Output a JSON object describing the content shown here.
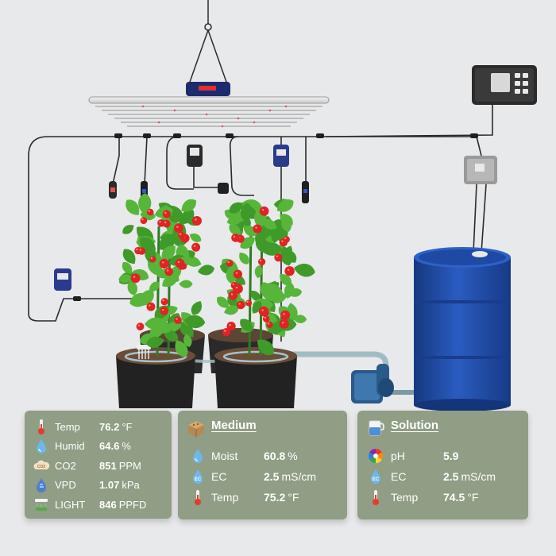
{
  "env_panel": {
    "rows": [
      {
        "icon": "thermometer-icon",
        "label": "Temp",
        "value": "76.2",
        "unit": "°F"
      },
      {
        "icon": "humidity-drop-icon",
        "label": "Humid",
        "value": "64.6",
        "unit": "%"
      },
      {
        "icon": "co2-cloud-icon",
        "label": "CO2",
        "value": "851",
        "unit": "PPM"
      },
      {
        "icon": "vpd-drop-icon",
        "label": "VPD",
        "value": "1.07",
        "unit": "kPa"
      },
      {
        "icon": "grow-light-icon",
        "label": "LIGHT",
        "value": "846",
        "unit": "PPFD"
      }
    ]
  },
  "medium_panel": {
    "title": "Medium",
    "icon": "soil-box-icon",
    "rows": [
      {
        "icon": "moisture-drop-icon",
        "label": "Moist",
        "value": "60.8",
        "unit": "%"
      },
      {
        "icon": "ec-drop-icon",
        "label": "EC",
        "value": "2.5",
        "unit": "mS/cm"
      },
      {
        "icon": "thermometer-icon",
        "label": "Temp",
        "value": "75.2",
        "unit": "°F"
      }
    ]
  },
  "solution_panel": {
    "title": "Solution",
    "icon": "beaker-icon",
    "rows": [
      {
        "icon": "ph-wheel-icon",
        "label": "pH",
        "value": "5.9",
        "unit": ""
      },
      {
        "icon": "ec-drop-icon",
        "label": "EC",
        "value": "2.5",
        "unit": "mS/cm"
      },
      {
        "icon": "thermometer-icon",
        "label": "Temp",
        "value": "74.5",
        "unit": "°F"
      }
    ]
  },
  "colors": {
    "panel": "#8f9e84",
    "barrel": "#1f4aa0",
    "leaf": "#3f9a2a",
    "tomato": "#e02424",
    "pot": "#262626",
    "cable": "#2a2a2a"
  }
}
